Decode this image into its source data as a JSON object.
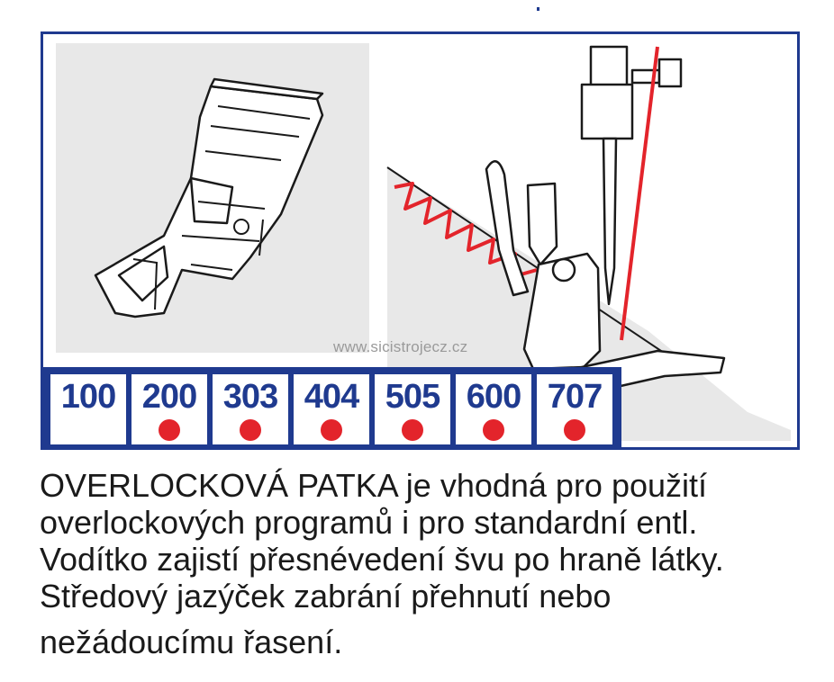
{
  "watermark": "www.sicistrojecz.cz",
  "programs": [
    {
      "label": "100",
      "supported": false
    },
    {
      "label": "200",
      "supported": true
    },
    {
      "label": "303",
      "supported": true
    },
    {
      "label": "404",
      "supported": true
    },
    {
      "label": "505",
      "supported": true
    },
    {
      "label": "600",
      "supported": true
    },
    {
      "label": "707",
      "supported": true
    }
  ],
  "description": [
    "OVERLOCKOVÁ PATKA je vhodná pro použití",
    "overlockových programů i pro standardní entl.",
    "Vodítko zajistí přesnévedení švu po hraně látky.",
    "Středový jazýček zabrání přehnutí nebo",
    "nežádoucímu řasení."
  ],
  "colors": {
    "frame": "#1f3a8f",
    "dot": "#e3242b",
    "thread": "#e3242b",
    "stitch": "#e3242b"
  }
}
